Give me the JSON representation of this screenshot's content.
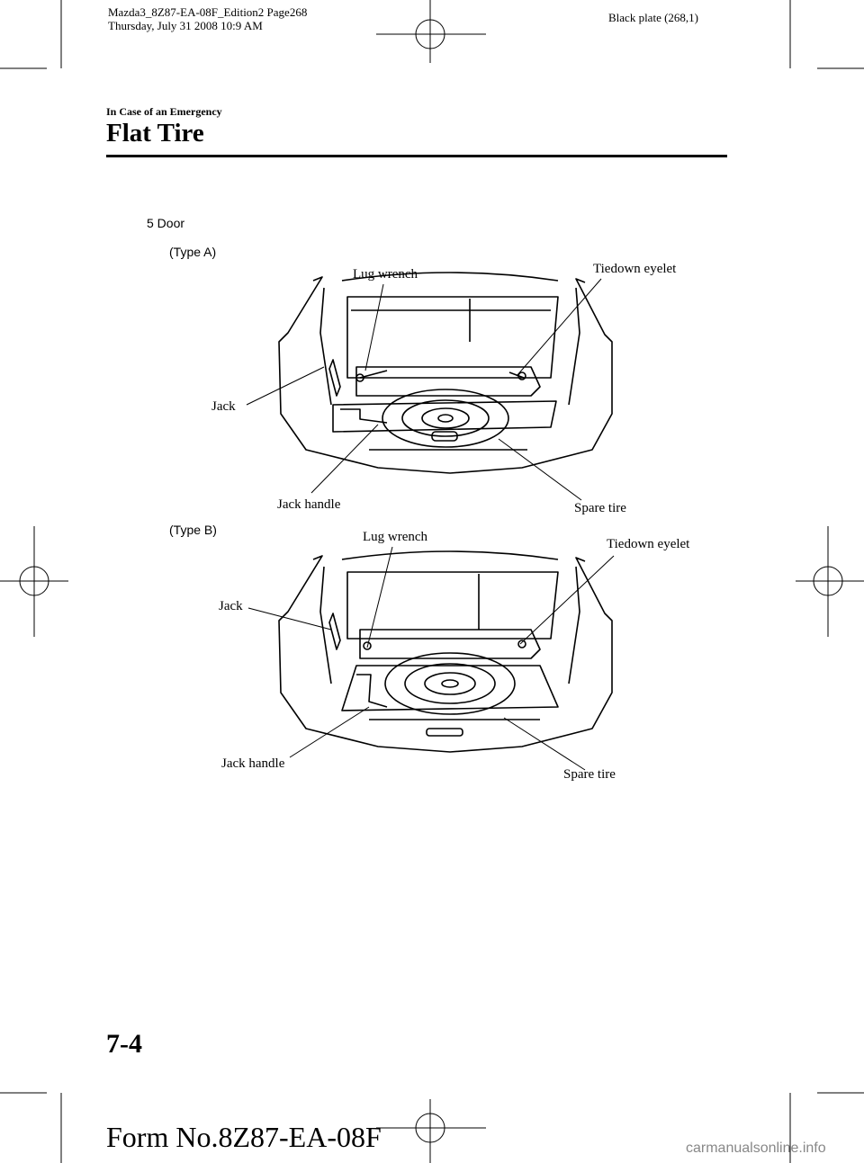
{
  "print_header": {
    "line1": "Mazda3_8Z87-EA-08F_Edition2 Page268",
    "line2": "Thursday, July 31 2008 10:9 AM",
    "plate": "Black plate (268,1)"
  },
  "section": "In Case of an Emergency",
  "title": "Flat Tire",
  "subsection": "5 Door",
  "figures": [
    {
      "type_label": "(Type A)",
      "labels": {
        "lug_wrench": "Lug wrench",
        "tiedown_eyelet": "Tiedown eyelet",
        "jack": "Jack",
        "jack_handle": "Jack handle",
        "spare_tire": "Spare tire"
      }
    },
    {
      "type_label": "(Type B)",
      "labels": {
        "lug_wrench": "Lug wrench",
        "tiedown_eyelet": "Tiedown eyelet",
        "jack": "Jack",
        "jack_handle": "Jack handle",
        "spare_tire": "Spare tire"
      }
    }
  ],
  "page_number": "7-4",
  "form_number": "Form No.8Z87-EA-08F",
  "watermark": "carmanualsonline.info"
}
